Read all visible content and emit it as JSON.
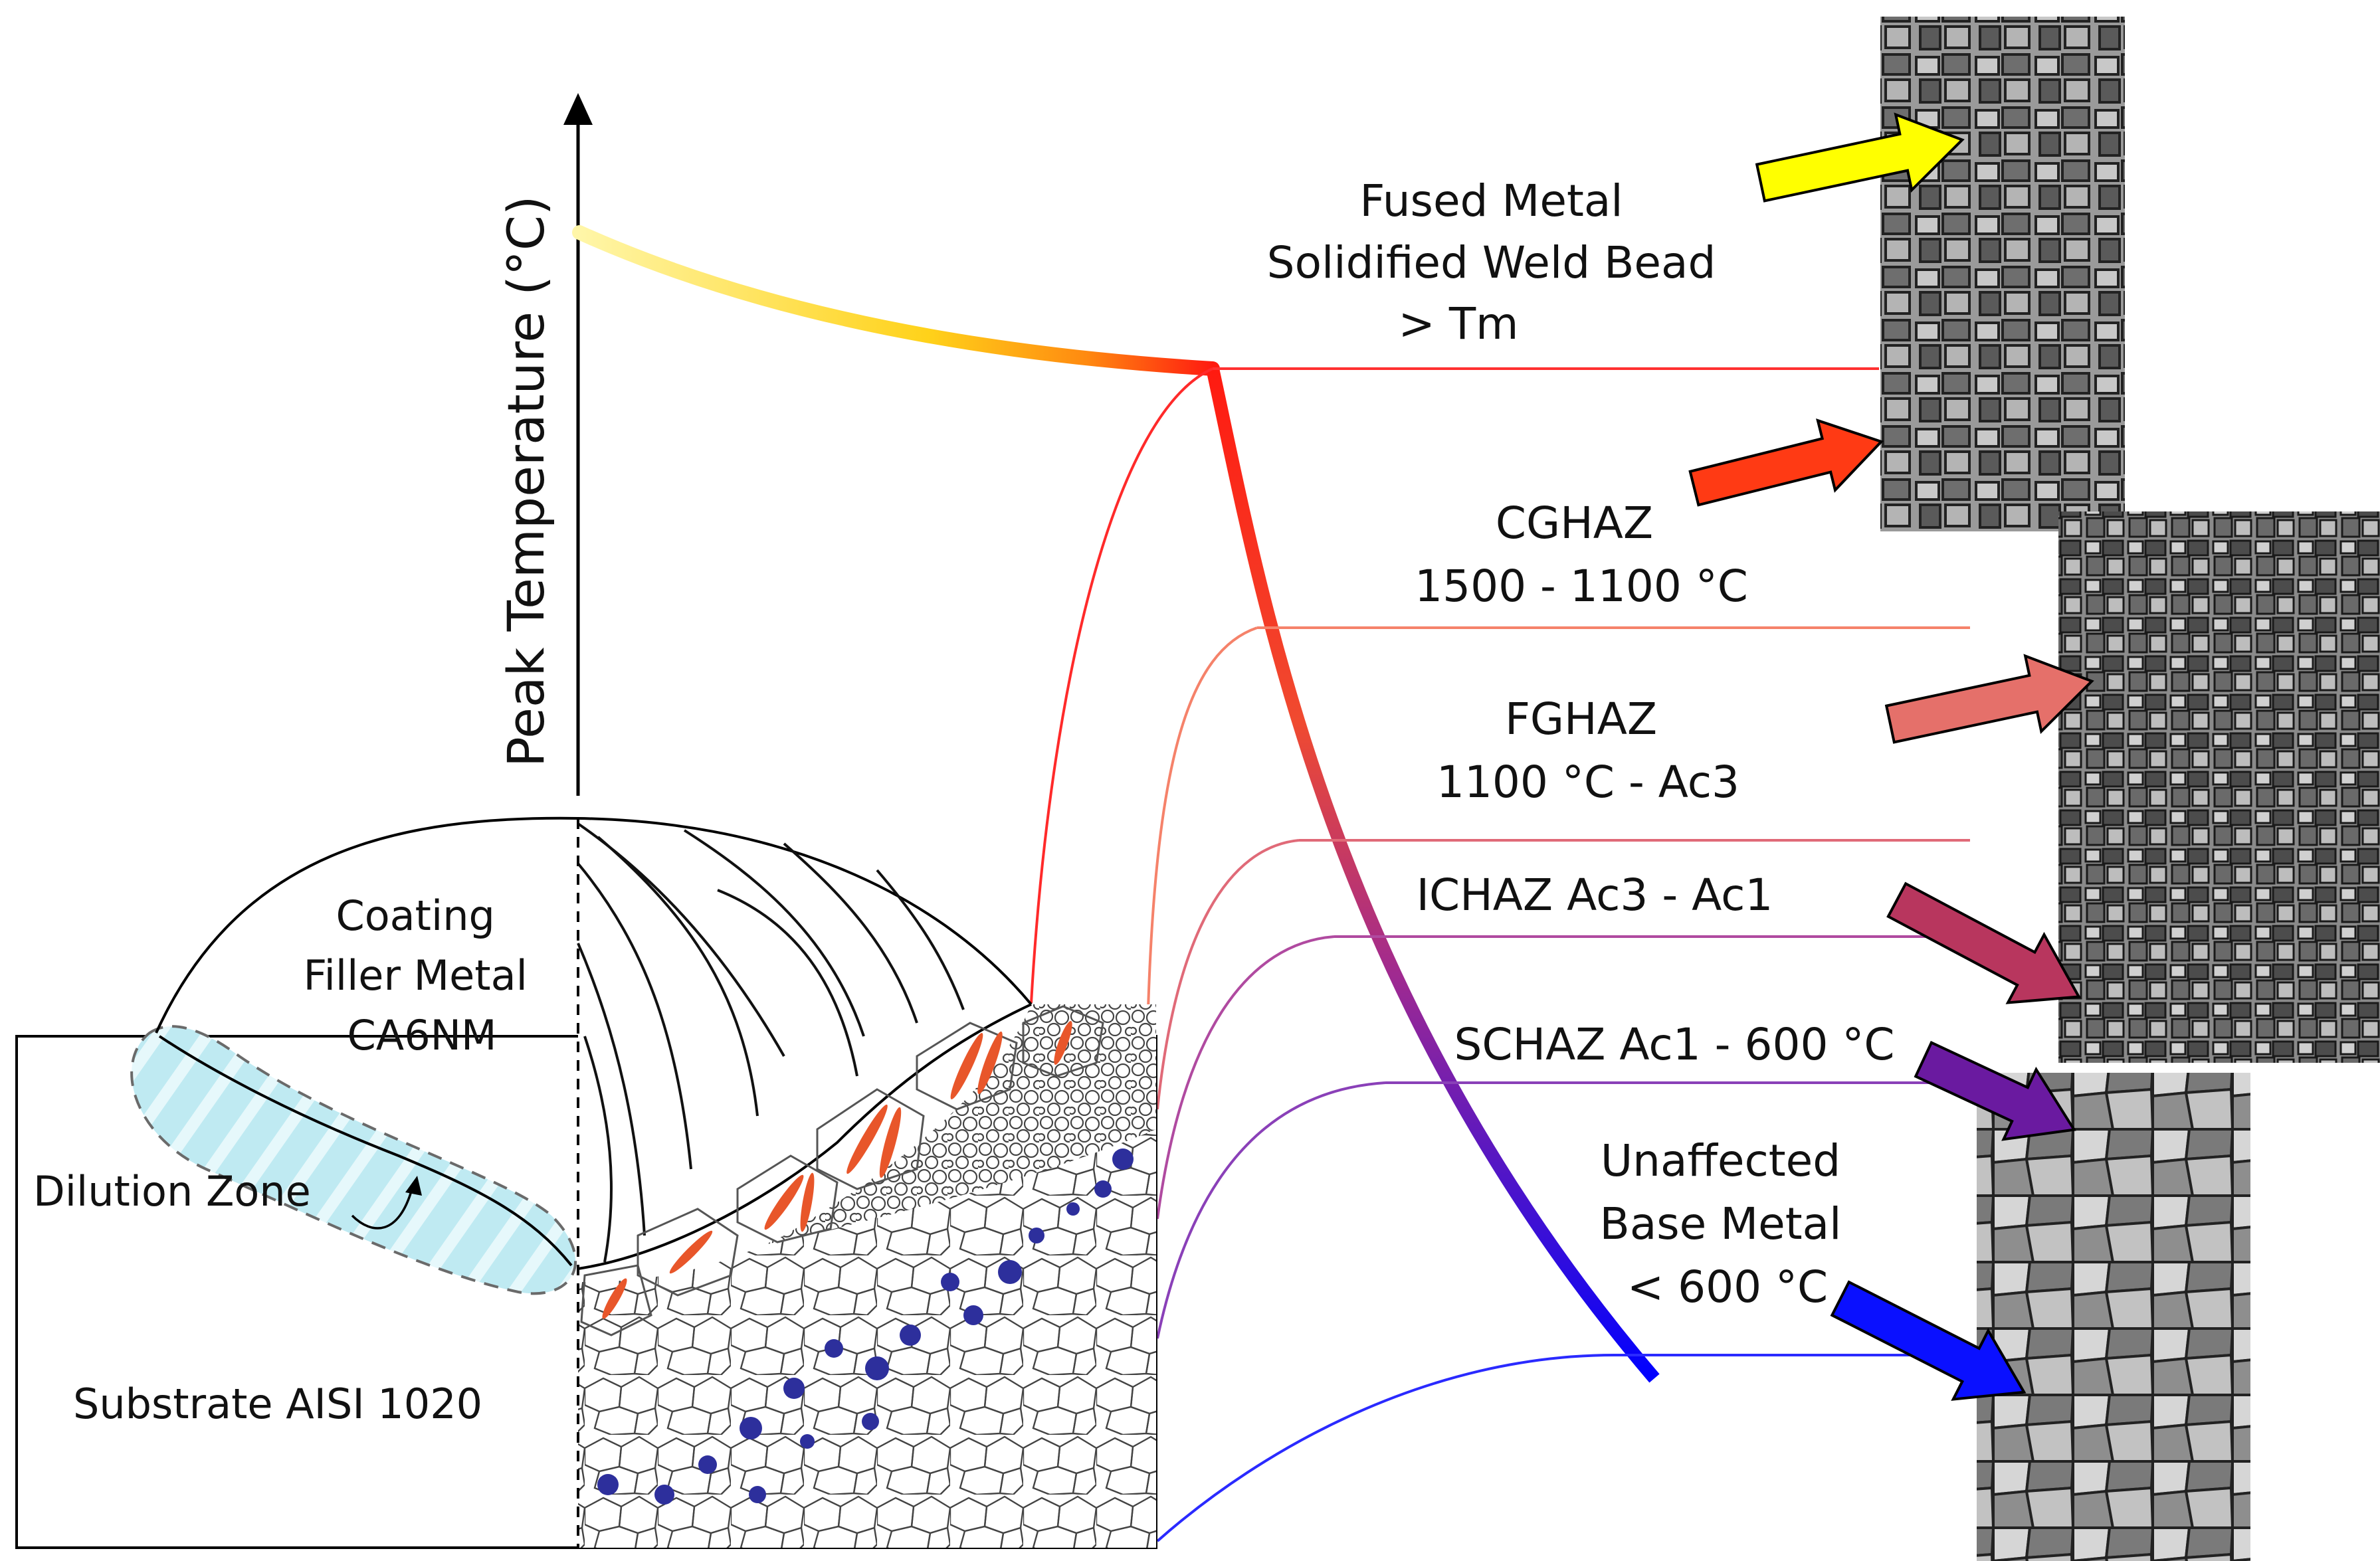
{
  "axis": {
    "label": "Peak Temperature (°C)"
  },
  "zones": [
    {
      "id": "fused",
      "lines": [
        "Fused Metal",
        "Solidified Weld Bead",
        "> Tm"
      ],
      "color": "#ff2a2a",
      "arrow_color": "#ffff00"
    },
    {
      "id": "cghaz",
      "lines": [
        "CGHAZ",
        "1500 - 1100 °C"
      ],
      "color": "#f5826a",
      "arrow_color": "#ff3a14"
    },
    {
      "id": "fghaz",
      "lines": [
        "FGHAZ",
        "1100 °C - Ac3"
      ],
      "color": "#e06a78",
      "arrow_color": "#e5706a"
    },
    {
      "id": "ichaz",
      "lines": [
        "ICHAZ  Ac3 - Ac1"
      ],
      "color": "#b04aa0",
      "arrow_color": "#b8365e"
    },
    {
      "id": "schaz",
      "lines": [
        "SCHAZ  Ac1 - 600 °C"
      ],
      "color": "#8a40b8",
      "arrow_color": "#6a1aa0"
    },
    {
      "id": "base",
      "lines": [
        "Unaffected",
        "Base Metal",
        "< 600 °C"
      ],
      "color": "#2a2aff",
      "arrow_color": "#0a10ff"
    }
  ],
  "weld": {
    "coating_lines": [
      "Coating",
      "Filler Metal",
      "CA6NM"
    ],
    "dilution": "Dilution Zone",
    "substrate": "Substrate AISI 1020"
  },
  "colors": {
    "curve_start": "#fff3a0",
    "curve_mid": "#ff2a10",
    "curve_end": "#0000ff",
    "dilution_fill": "#bfeaf2",
    "grain_fill": "#2d2f9c",
    "lath_fill": "#e8562a"
  }
}
